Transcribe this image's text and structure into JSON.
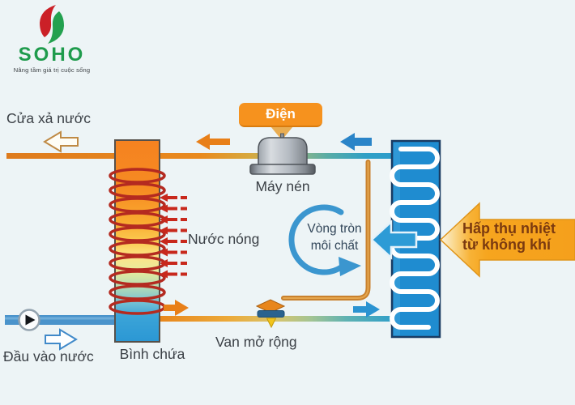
{
  "logo": {
    "name": "SOHO",
    "tagline": "Nâng tầm giá trị cuộc sống"
  },
  "labels": {
    "water_outlet": "Cửa xả nước",
    "electricity": "Điện",
    "compressor": "Máy nén",
    "hot_water": "Nước nóng",
    "refrigerant_cycle": [
      "Vòng tròn",
      "môi chất"
    ],
    "heat_absorption": [
      "Hấp thụ nhiệt",
      "từ không khí"
    ],
    "tank": "Bình chứa",
    "water_inlet": "Đầu vào nước",
    "expansion_valve": "Van mở rộng"
  },
  "colors": {
    "background": "#edf4f6",
    "logo_green": "#1e9b4c",
    "logo_red": "#cb2027",
    "accent_orange": "#f6921e",
    "pipe_orange": "#e8861c",
    "pipe_teal": "#2fa0c6",
    "tank_top": "#f58220",
    "tank_bottom": "#2b97d4",
    "coil_red": "#b42a20",
    "heat_arrow_orange": "#f6a51e",
    "heat_text_brown": "#7b3a10",
    "evaporator_blue": "#1f8cd0",
    "water_blue": "#4a93cb",
    "cycle_blue": "#3b96cf",
    "label_text": "#3b4046"
  }
}
